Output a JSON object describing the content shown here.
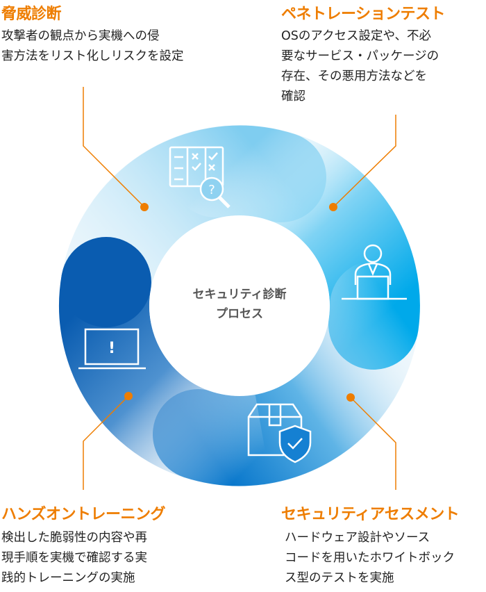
{
  "center_label": [
    "セキュリティ診断",
    "プロセス"
  ],
  "steps": [
    {
      "title": "脅威診断",
      "lines": [
        "攻撃者の観点から実機への侵",
        "害方法をリスト化しリスクを設定"
      ],
      "icon": "checklist-search-icon"
    },
    {
      "title": "ペネトレーションテスト",
      "lines": [
        "OSのアクセス設定や、不必",
        "要なサービス・パッケージの",
        "存在、その悪用方法などを",
        "確認"
      ],
      "icon": "person-laptop-icon"
    },
    {
      "title": "セキュリティアセスメント",
      "lines": [
        "ハードウェア設計やソース",
        "コードを用いたホワイトボック",
        "ス型のテストを実施"
      ],
      "icon": "box-shield-icon"
    },
    {
      "title": "ハンズオントレーニング",
      "lines": [
        "検出した脆弱性の内容や再",
        "現手順を実機で確認する実",
        "践的トレーニングの実施"
      ],
      "icon": "laptop-warning-icon"
    }
  ],
  "colors": {
    "accent": "#ee7d00",
    "light_blue": "#7fcdf0",
    "cyan": "#0aa9e8",
    "blue": "#0a78cc",
    "dark_blue": "#0a5cb0"
  }
}
